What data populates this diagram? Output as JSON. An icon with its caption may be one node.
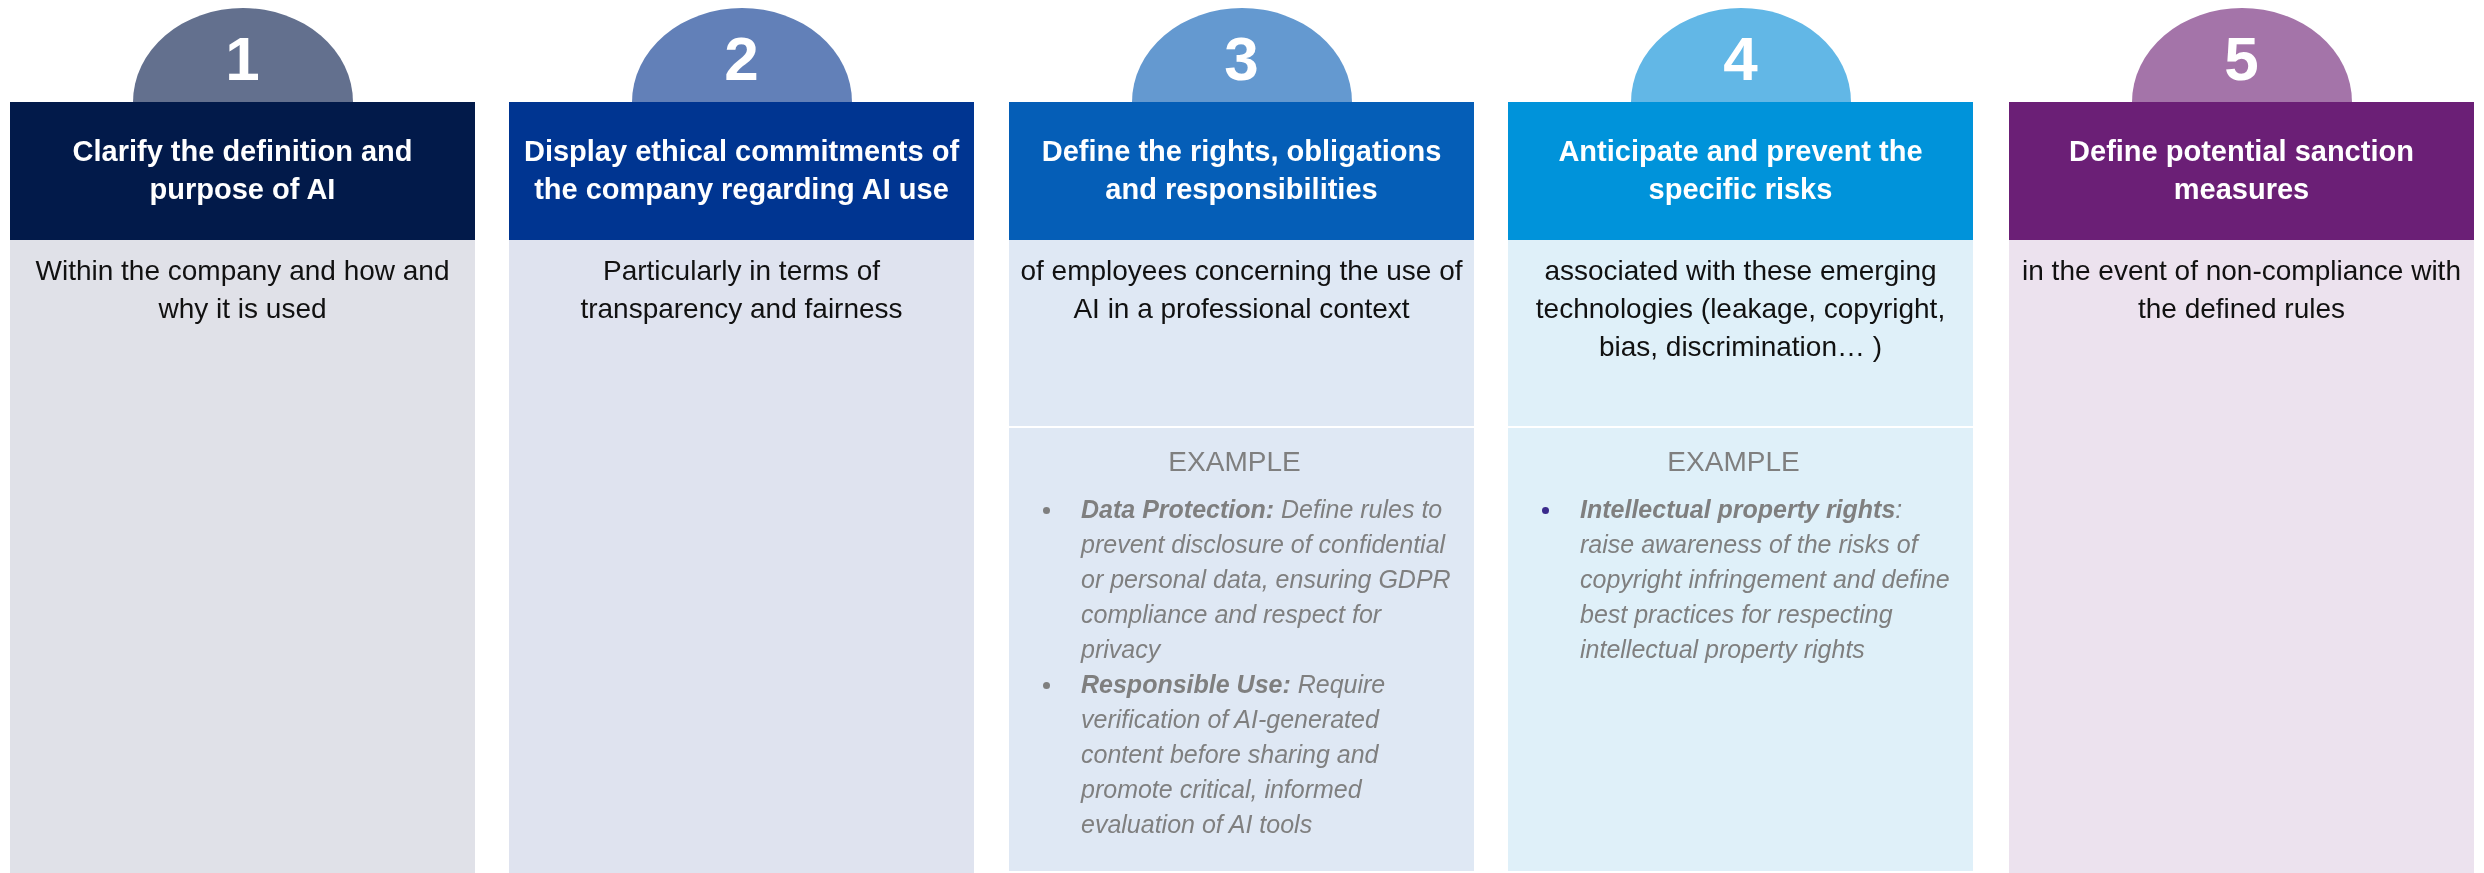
{
  "diagram": {
    "nodes": [
      {
        "text": [
          "1"
        ]
      },
      {
        "text": [
          "Clarify the definition and purpose of AI"
        ]
      },
      {
        "text": [
          "Within the company and how and why it is used"
        ]
      },
      {
        "text": [
          "2"
        ]
      },
      {
        "text": [
          "Display ethical commitments of the company regarding AI use"
        ]
      },
      {
        "text": [
          "Particularly in terms of transparency and fairness"
        ]
      },
      {
        "text": [
          "3"
        ]
      },
      {
        "text": [
          "Define the rights, obligations and responsibilities"
        ]
      },
      {
        "text": [
          "of employees concerning the use of AI in a professional context"
        ]
      },
      {
        "text": [
          "EXAMPLE",
          "**Data Protection:** Define rules to prevent disclosure of confidential or personal data, ensuring GDPR compliance and respect for privacy",
          "**Responsible Use:** Require verification of AI-generated content before sharing and promote critical, informed evaluation of AI tools"
        ]
      },
      {
        "text": [
          "4"
        ]
      },
      {
        "text": [
          "Anticipate and prevent the specific risks"
        ]
      },
      {
        "text": [
          "associated with these emerging technologies (leakage, copyright, bias, discrimination… )"
        ]
      },
      {
        "text": [
          "EXAMPLE",
          "**Intellectual property rights**: raise awareness of the risks of copyright infringement and define best practices for respecting intellectual property rights"
        ]
      },
      {
        "text": [
          "5"
        ]
      },
      {
        "text": [
          "Define potential sanction measures"
        ]
      },
      {
        "text": [
          "in the event of non-compliance with the defined rules"
        ]
      }
    ]
  }
}
